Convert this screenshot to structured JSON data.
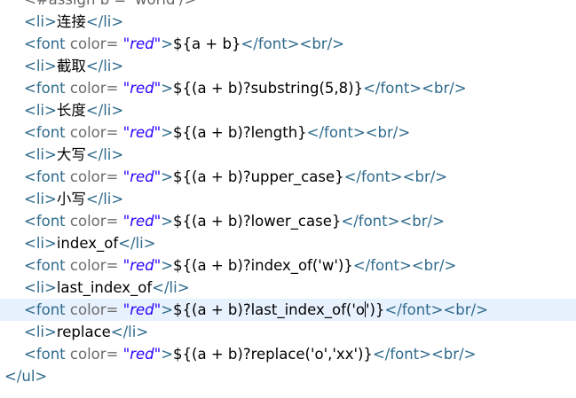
{
  "code": {
    "lines": [
      {
        "indent": 1,
        "tokens": [
          {
            "k": "cmt",
            "v": "<#assign b = 'world'/>"
          }
        ]
      },
      {
        "indent": 1,
        "tokens": [
          {
            "k": "tag",
            "v": "<li>"
          },
          {
            "k": "txt",
            "v": "连接"
          },
          {
            "k": "tag",
            "v": "</li>"
          }
        ]
      },
      {
        "indent": 1,
        "tokens": [
          {
            "k": "tag",
            "v": "<font "
          },
          {
            "k": "attr",
            "v": "color="
          },
          {
            "k": "str",
            "v": " \"red\""
          },
          {
            "k": "tag",
            "v": ">"
          },
          {
            "k": "expr",
            "v": "${a + b}"
          },
          {
            "k": "tag",
            "v": "</font>"
          },
          {
            "k": "tag",
            "v": "<br/>"
          }
        ]
      },
      {
        "indent": 1,
        "tokens": [
          {
            "k": "tag",
            "v": "<li>"
          },
          {
            "k": "txt",
            "v": "截取"
          },
          {
            "k": "tag",
            "v": "</li>"
          }
        ]
      },
      {
        "indent": 1,
        "tokens": [
          {
            "k": "tag",
            "v": "<font "
          },
          {
            "k": "attr",
            "v": "color="
          },
          {
            "k": "str",
            "v": " \"red\""
          },
          {
            "k": "tag",
            "v": ">"
          },
          {
            "k": "expr",
            "v": "${(a + b)?substring(5,8)}"
          },
          {
            "k": "tag",
            "v": "</font>"
          },
          {
            "k": "tag",
            "v": "<br/>"
          }
        ]
      },
      {
        "indent": 1,
        "tokens": [
          {
            "k": "tag",
            "v": "<li>"
          },
          {
            "k": "txt",
            "v": "长度"
          },
          {
            "k": "tag",
            "v": "</li>"
          }
        ]
      },
      {
        "indent": 1,
        "tokens": [
          {
            "k": "tag",
            "v": "<font "
          },
          {
            "k": "attr",
            "v": "color="
          },
          {
            "k": "str",
            "v": " \"red\""
          },
          {
            "k": "tag",
            "v": ">"
          },
          {
            "k": "expr",
            "v": "${(a + b)?length}"
          },
          {
            "k": "tag",
            "v": "</font>"
          },
          {
            "k": "tag",
            "v": "<br/>"
          }
        ]
      },
      {
        "indent": 1,
        "tokens": [
          {
            "k": "tag",
            "v": "<li>"
          },
          {
            "k": "txt",
            "v": "大写"
          },
          {
            "k": "tag",
            "v": "</li>"
          }
        ]
      },
      {
        "indent": 1,
        "tokens": [
          {
            "k": "tag",
            "v": "<font "
          },
          {
            "k": "attr",
            "v": "color="
          },
          {
            "k": "str",
            "v": " \"red\""
          },
          {
            "k": "tag",
            "v": ">"
          },
          {
            "k": "expr",
            "v": "${(a + b)?upper_case}"
          },
          {
            "k": "tag",
            "v": "</font>"
          },
          {
            "k": "tag",
            "v": "<br/>"
          }
        ]
      },
      {
        "indent": 1,
        "tokens": [
          {
            "k": "tag",
            "v": "<li>"
          },
          {
            "k": "txt",
            "v": "小写"
          },
          {
            "k": "tag",
            "v": "</li>"
          }
        ]
      },
      {
        "indent": 1,
        "tokens": [
          {
            "k": "tag",
            "v": "<font "
          },
          {
            "k": "attr",
            "v": "color="
          },
          {
            "k": "str",
            "v": " \"red\""
          },
          {
            "k": "tag",
            "v": ">"
          },
          {
            "k": "expr",
            "v": "${(a + b)?lower_case}"
          },
          {
            "k": "tag",
            "v": "</font>"
          },
          {
            "k": "tag",
            "v": "<br/>"
          }
        ]
      },
      {
        "indent": 1,
        "tokens": [
          {
            "k": "tag",
            "v": "<li>"
          },
          {
            "k": "txt",
            "v": "index_of"
          },
          {
            "k": "tag",
            "v": "</li>"
          }
        ]
      },
      {
        "indent": 1,
        "tokens": [
          {
            "k": "tag",
            "v": "<font "
          },
          {
            "k": "attr",
            "v": "color="
          },
          {
            "k": "str",
            "v": " \"red\""
          },
          {
            "k": "tag",
            "v": ">"
          },
          {
            "k": "expr",
            "v": "${(a + b)?index_of('w')}"
          },
          {
            "k": "tag",
            "v": "</font>"
          },
          {
            "k": "tag",
            "v": "<br/>"
          }
        ]
      },
      {
        "indent": 1,
        "tokens": [
          {
            "k": "tag",
            "v": "<li>"
          },
          {
            "k": "txt",
            "v": "last_index_of"
          },
          {
            "k": "tag",
            "v": "</li>"
          }
        ]
      },
      {
        "indent": 1,
        "active": true,
        "tokens": [
          {
            "k": "tag",
            "v": "<font "
          },
          {
            "k": "attr",
            "v": "color="
          },
          {
            "k": "str",
            "v": " \"red\""
          },
          {
            "k": "tag",
            "v": ">"
          },
          {
            "k": "expr",
            "v": "${(a + b)?last_index_of('o"
          },
          {
            "k": "caret",
            "v": ""
          },
          {
            "k": "expr",
            "v": "')}"
          },
          {
            "k": "tag",
            "v": "</font>"
          },
          {
            "k": "tag",
            "v": "<br/>"
          }
        ]
      },
      {
        "indent": 1,
        "tokens": [
          {
            "k": "tag",
            "v": "<li>"
          },
          {
            "k": "txt",
            "v": "replace"
          },
          {
            "k": "tag",
            "v": "</li>"
          }
        ]
      },
      {
        "indent": 1,
        "tokens": [
          {
            "k": "tag",
            "v": "<font "
          },
          {
            "k": "attr",
            "v": "color="
          },
          {
            "k": "str",
            "v": " \"red\""
          },
          {
            "k": "tag",
            "v": ">"
          },
          {
            "k": "expr",
            "v": "${(a + b)?replace('o','xx')}"
          },
          {
            "k": "tag",
            "v": "</font>"
          },
          {
            "k": "tag",
            "v": "<br/>"
          }
        ]
      },
      {
        "indent": 0,
        "tokens": [
          {
            "k": "tag",
            "v": "</ul>"
          }
        ]
      }
    ]
  }
}
